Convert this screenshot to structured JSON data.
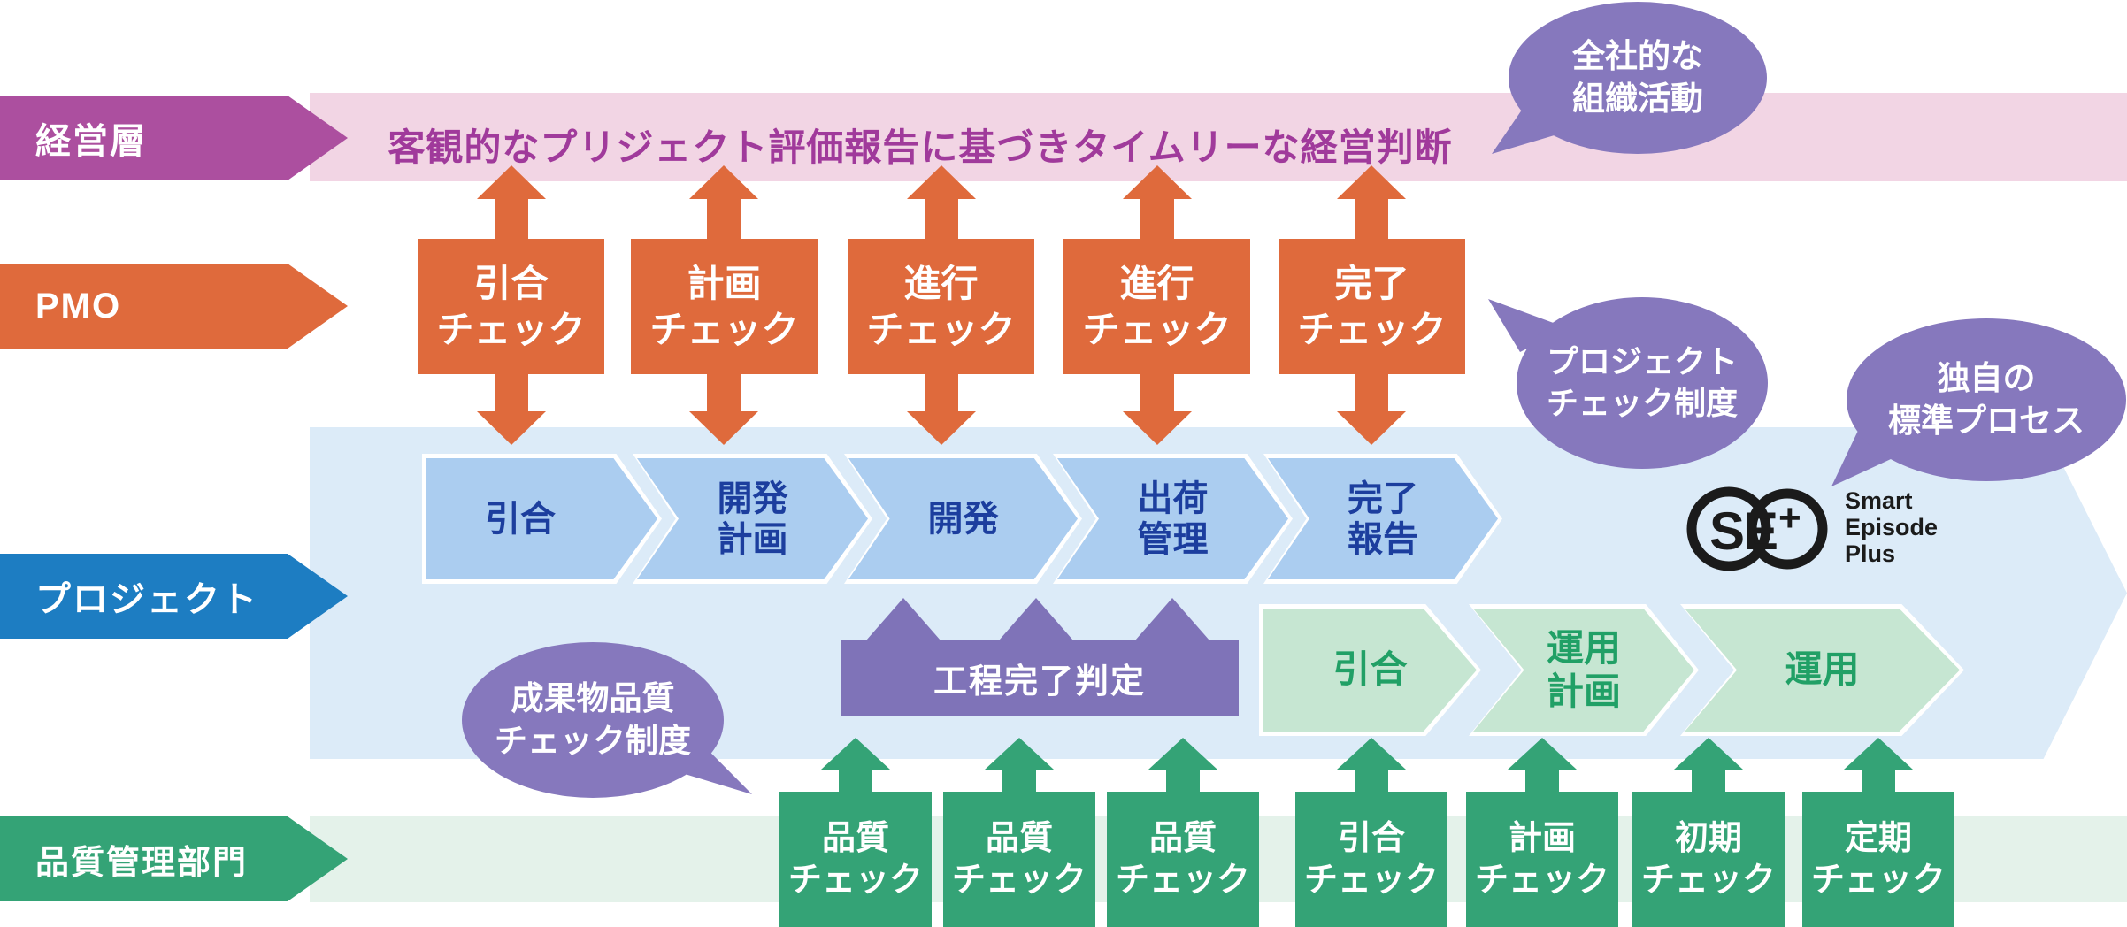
{
  "rows": {
    "keieisou": {
      "label": "経営層"
    },
    "pmo": {
      "label": "PMO"
    },
    "project": {
      "label": "プロジェクト"
    },
    "quality": {
      "label": "品質管理部門"
    }
  },
  "banner": {
    "text": "客観的なプリジェクト評価報告に基づきタイムリーな経営判断"
  },
  "bubbles": {
    "company_wide": {
      "line1": "全社的な",
      "line2": "組織活動"
    },
    "project_check": {
      "line1": "プロジェクト",
      "line2": "チェック制度"
    },
    "original_process": {
      "line1": "独自の",
      "line2": "標準プロセス"
    },
    "deliverable_quality": {
      "line1": "成果物品質",
      "line2": "チェック制度"
    }
  },
  "pmo_checks": [
    {
      "line1": "引合",
      "line2": "チェック"
    },
    {
      "line1": "計画",
      "line2": "チェック"
    },
    {
      "line1": "進行",
      "line2": "チェック"
    },
    {
      "line1": "進行",
      "line2": "チェック"
    },
    {
      "line1": "完了",
      "line2": "チェック"
    }
  ],
  "dev_phases": [
    {
      "line1": "引合",
      "line2": ""
    },
    {
      "line1": "開発",
      "line2": "計画"
    },
    {
      "line1": "開発",
      "line2": ""
    },
    {
      "line1": "出荷",
      "line2": "管理"
    },
    {
      "line1": "完了",
      "line2": "報告"
    }
  ],
  "gate": {
    "label": "工程完了判定"
  },
  "ops_phases": [
    {
      "line1": "引合",
      "line2": ""
    },
    {
      "line1": "運用",
      "line2": "計画"
    },
    {
      "line1": "運用",
      "line2": ""
    }
  ],
  "quality_checks": [
    {
      "line1": "品質",
      "line2": "チェック"
    },
    {
      "line1": "品質",
      "line2": "チェック"
    },
    {
      "line1": "品質",
      "line2": "チェック"
    },
    {
      "line1": "引合",
      "line2": "チェック"
    },
    {
      "line1": "計画",
      "line2": "チェック"
    },
    {
      "line1": "初期",
      "line2": "チェック"
    },
    {
      "line1": "定期",
      "line2": "チェック"
    }
  ],
  "logo": {
    "mark": "SE",
    "plus": "+",
    "name_line1": "Smart",
    "name_line2": "Episode",
    "name_line3": "Plus"
  },
  "colors": {
    "management_purple": "#ac4f9f",
    "pmo_orange": "#df6a3c",
    "project_blue": "#1d7dc2",
    "quality_green": "#34a376",
    "pink_band": "#f2d5e4",
    "blue_band": "#dcebf8",
    "green_band": "#e4f2ea",
    "blue_chevron_fill": "#abcdf0",
    "green_chevron_fill": "#c6e6d2",
    "bubble_purple": "#8678bd",
    "gate_purple": "#7f73b8",
    "banner_text": "#a03a9b",
    "blue_phase_text": "#1c3e9e",
    "green_phase_text": "#21a066",
    "logo_black": "#1b1b1b"
  }
}
